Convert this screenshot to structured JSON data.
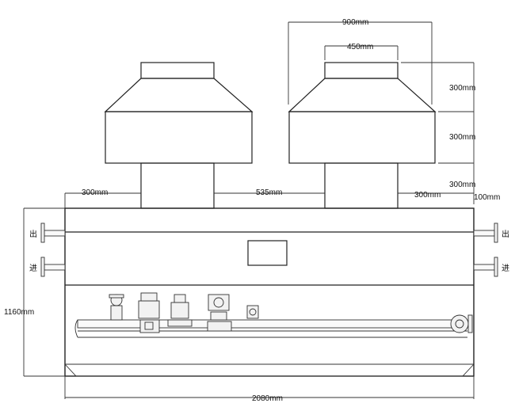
{
  "dimensions": {
    "cap_top_width": "900mm",
    "cap_neck_width": "450mm",
    "cap_top_height": "300mm",
    "cap_body_height": "300mm",
    "cap_lower_height": "300mm",
    "top_offset": "100mm",
    "left_margin": "300mm",
    "middle_gap": "535mm",
    "right_margin": "300mm",
    "total_height": "1160mm",
    "total_width": "2080mm"
  },
  "labels": {
    "outlet": "出",
    "inlet": "进"
  }
}
